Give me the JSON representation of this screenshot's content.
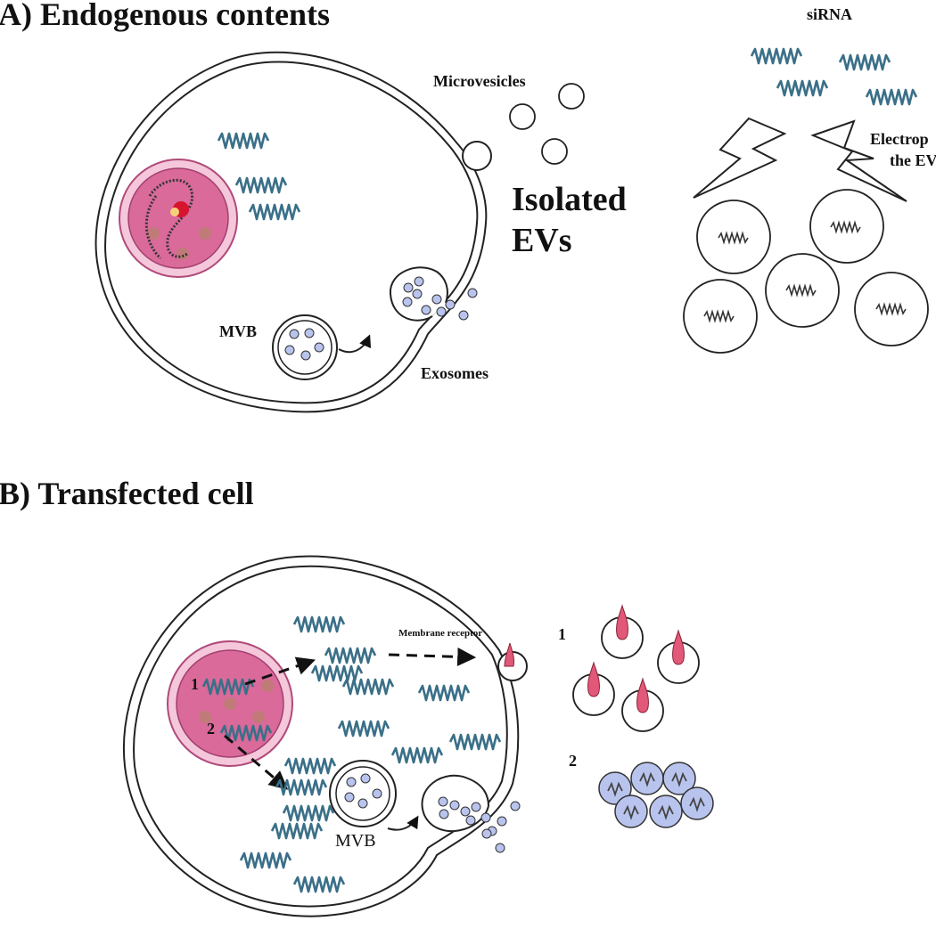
{
  "panel_a": {
    "title": "A) Endogenous contents",
    "microvesicles_label": "Microvesicles",
    "isolated_label_line1": "Isolated",
    "isolated_label_line2": "EVs",
    "mvb_label": "MVB",
    "exosomes_label": "Exosomes",
    "sirna_label": "siRNA",
    "electroporation_line1": "Electrop",
    "electroporation_line2": "the EV"
  },
  "panel_b": {
    "title": "B) Transfected cell",
    "membrane_receptor_label": "Membrane receptor",
    "mvb_label": "MVB",
    "pathway_1_label": "1",
    "pathway_2_label": "2",
    "result_1_label": "1",
    "result_2_label": "2"
  },
  "colors": {
    "nucleus": "#d96a9a",
    "nucleus_light": "#f0b6cf",
    "vesicle_fill": "#b9c4ee",
    "receptor": "#e15878",
    "rna": "#3a6f88",
    "outline": "#222222"
  }
}
